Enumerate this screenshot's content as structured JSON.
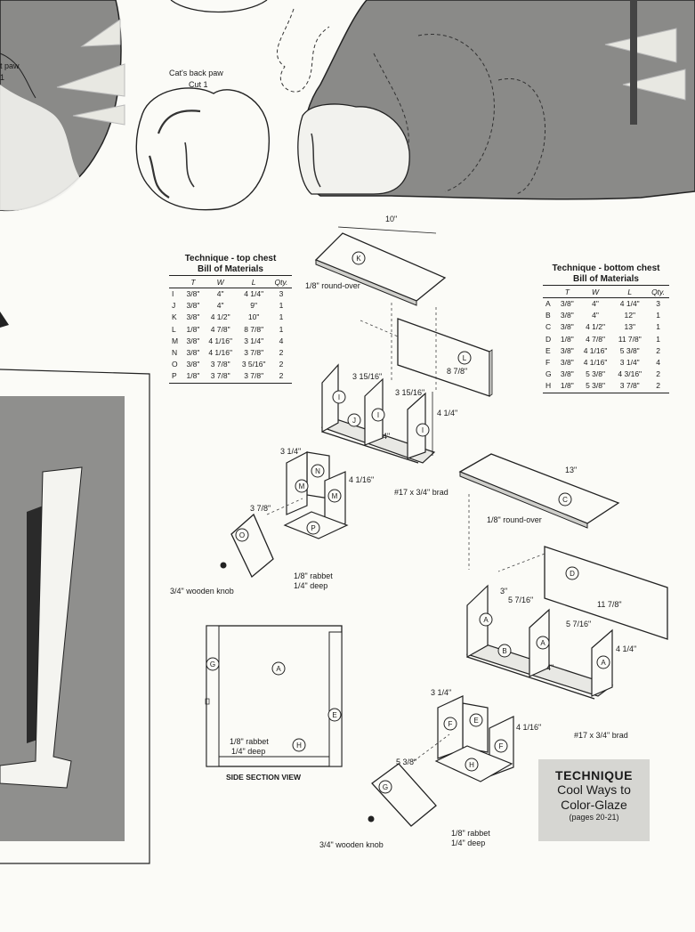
{
  "pattern_labels": {
    "back_paw_name": "Cat's back paw",
    "back_paw_cut": "Cut 1",
    "front_paw_fragment": "t paw",
    "front_paw_cut_fragment": "1"
  },
  "top_bom": {
    "title": "Technique - top chest",
    "subtitle": "Bill of Materials",
    "headers": [
      "",
      "T",
      "W",
      "L",
      "Qty."
    ],
    "rows": [
      [
        "I",
        "3/8\"",
        "4\"",
        "4 1/4\"",
        "3"
      ],
      [
        "J",
        "3/8\"",
        "4\"",
        "9\"",
        "1"
      ],
      [
        "K",
        "3/8\"",
        "4 1/2\"",
        "10\"",
        "1"
      ],
      [
        "L",
        "1/8\"",
        "4 7/8\"",
        "8 7/8\"",
        "1"
      ],
      [
        "M",
        "3/8\"",
        "4 1/16\"",
        "3 1/4\"",
        "4"
      ],
      [
        "N",
        "3/8\"",
        "4 1/16\"",
        "3 7/8\"",
        "2"
      ],
      [
        "O",
        "3/8\"",
        "3 7/8\"",
        "3 5/16\"",
        "2"
      ],
      [
        "P",
        "1/8\"",
        "3 7/8\"",
        "3 7/8\"",
        "2"
      ]
    ]
  },
  "bottom_bom": {
    "title": "Technique - bottom chest",
    "subtitle": "Bill of Materials",
    "headers": [
      "",
      "T",
      "W",
      "L",
      "Qty."
    ],
    "rows": [
      [
        "A",
        "3/8\"",
        "4\"",
        "4 1/4\"",
        "3"
      ],
      [
        "B",
        "3/8\"",
        "4\"",
        "12\"",
        "1"
      ],
      [
        "C",
        "3/8\"",
        "4 1/2\"",
        "13\"",
        "1"
      ],
      [
        "D",
        "1/8\"",
        "4 7/8\"",
        "11 7/8\"",
        "1"
      ],
      [
        "E",
        "3/8\"",
        "4 1/16\"",
        "5 3/8\"",
        "2"
      ],
      [
        "F",
        "3/8\"",
        "4 1/16\"",
        "3 1/4\"",
        "4"
      ],
      [
        "G",
        "3/8\"",
        "5 3/8\"",
        "4 3/16\"",
        "2"
      ],
      [
        "H",
        "1/8\"",
        "5 3/8\"",
        "3 7/8\"",
        "2"
      ]
    ]
  },
  "callouts": {
    "top_lid_width": "10\"",
    "top_roundover": "1/8\" round-over",
    "top_back_length": "8 7/8\"",
    "top_divider_spacing_left": "3 15/16\"",
    "top_divider_spacing_right": "3 15/16\"",
    "top_height": "4 1/4\"",
    "top_depth": "4\"",
    "top_brad": "#17 x 3/4\" brad",
    "top_drawer_depth": "3 1/4\"",
    "top_drawer_height": "4 1/16\"",
    "top_drawer_front_width": "3 7/8\"",
    "top_rabbet": "1/8\" rabbet",
    "top_rabbet_deep": "1/4\" deep",
    "top_knob": "3/4\" wooden knob",
    "bottom_lid_width": "13\"",
    "bottom_roundover": "1/8\" round-over",
    "bottom_back_length": "11 7/8\"",
    "bottom_depth_marker": "3\"",
    "bottom_divider_spacing_left": "5 7/16\"",
    "bottom_divider_spacing_right": "5 7/16\"",
    "bottom_height": "4 1/4\"",
    "bottom_depth": "4\"",
    "bottom_brad": "#17 x 3/4\" brad",
    "bottom_drawer_depth": "3 1/4\"",
    "bottom_drawer_height": "4 1/16\"",
    "bottom_drawer_front_width": "5 3/8\"",
    "bottom_rabbet": "1/8\" rabbet",
    "bottom_rabbet_deep": "1/4\" deep",
    "bottom_knob": "3/4\" wooden knob",
    "section_rabbet": "1/8\" rabbet",
    "section_rabbet_deep": "1/4\" deep",
    "section_title": "SIDE SECTION VIEW"
  },
  "part_letters": {
    "K": "K",
    "L": "L",
    "I": "I",
    "J": "J",
    "M": "M",
    "N": "N",
    "O": "O",
    "P": "P",
    "A": "A",
    "B": "B",
    "C": "C",
    "D": "D",
    "E": "E",
    "F": "F",
    "G": "G",
    "H": "H"
  },
  "technique_box": {
    "heading": "TECHNIQUE",
    "line1": "Cool Ways to",
    "line2": "Color-Glaze",
    "pages": "(pages 20-21)"
  },
  "colors": {
    "pattern_gray": "#8a8a88",
    "panel_gray": "#8f8f8d",
    "technique_bg": "#d6d6d2",
    "ink": "#1a1a1a"
  }
}
